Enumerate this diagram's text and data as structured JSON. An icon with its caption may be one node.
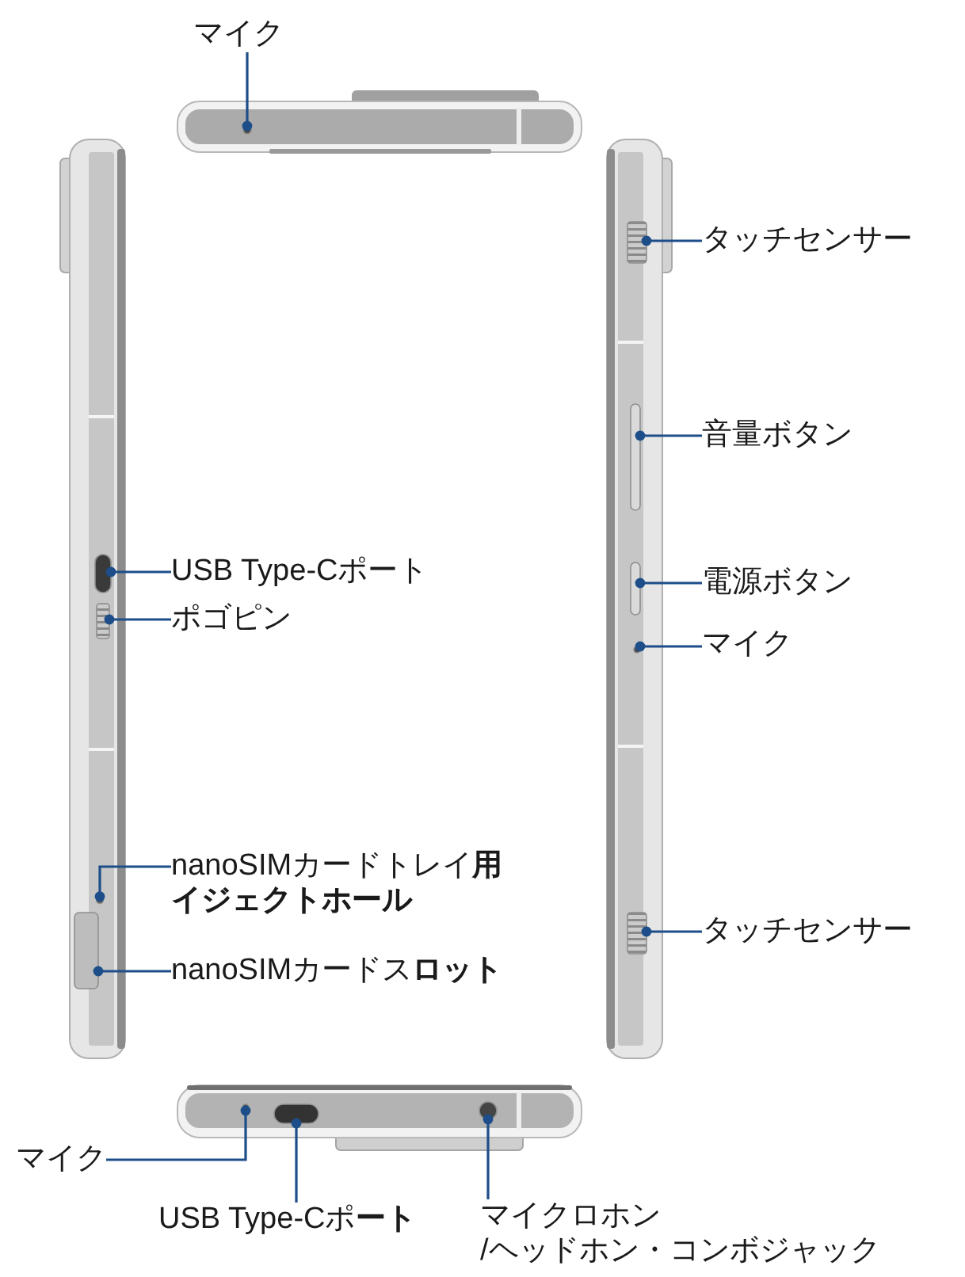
{
  "diagram": {
    "nodes": [
      {
        "text": [
          "マイク"
        ]
      },
      {
        "text": [],
        "shape": "circle"
      },
      {
        "text": [
          "タッチセンサー"
        ]
      },
      {
        "text": [],
        "shape": "box"
      },
      {
        "text": [
          "音量ボタン"
        ]
      },
      {
        "text": [],
        "shape": "bar"
      },
      {
        "text": [
          "USB Type-Cポート"
        ]
      },
      {
        "text": [],
        "shape": "box"
      },
      {
        "text": [
          "電源ボタン"
        ]
      },
      {
        "text": [],
        "shape": "bar"
      },
      {
        "text": [
          "ポゴピン"
        ]
      },
      {
        "text": [],
        "shape": "box"
      },
      {
        "text": [
          "マイク"
        ]
      },
      {
        "text": [],
        "shape": "circle"
      },
      {
        "text": [
          "nanoSIMカードトレイ**用イジェクトホール**"
        ]
      },
      {
        "text": [],
        "shape": "circle"
      },
      {
        "text": [
          "タッチセンサー"
        ]
      },
      {
        "text": [],
        "shape": "box"
      },
      {
        "text": [
          "nanoSIMカードス**ロット**"
        ]
      },
      {
        "text": [],
        "shape": "box"
      },
      {
        "text": [
          "マイク"
        ]
      },
      {
        "text": [],
        "shape": "circle"
      },
      {
        "text": [
          "USB Type-Cポ**ート**"
        ]
      },
      {
        "text": [],
        "shape": "box"
      },
      {
        "text": [
          "マイクロホン/ヘッドホン・コンボジャック"
        ]
      },
      {
        "text": [],
        "shape": "circle"
      }
    ],
    "edges": [
      {
        "from": 0,
        "to": 1,
        "arrow": "other"
      },
      {
        "from": 2,
        "to": 3,
        "arrow": "other"
      },
      {
        "from": 4,
        "to": 5,
        "arrow": "other"
      },
      {
        "from": 6,
        "to": 7,
        "arrow": "other"
      },
      {
        "from": 8,
        "to": 9,
        "arrow": "other"
      },
      {
        "from": 10,
        "to": 11,
        "arrow": "other"
      },
      {
        "from": 12,
        "to": 13,
        "arrow": "other"
      },
      {
        "from": 14,
        "to": 15,
        "arrow": "other"
      },
      {
        "from": 16,
        "to": 17,
        "arrow": "other"
      },
      {
        "from": 18,
        "to": 19,
        "arrow": "other"
      },
      {
        "from": 20,
        "to": 21,
        "arrow": "other"
      },
      {
        "from": 22,
        "to": 23,
        "arrow": "other"
      },
      {
        "from": 24,
        "to": 25,
        "arrow": "other"
      }
    ]
  }
}
